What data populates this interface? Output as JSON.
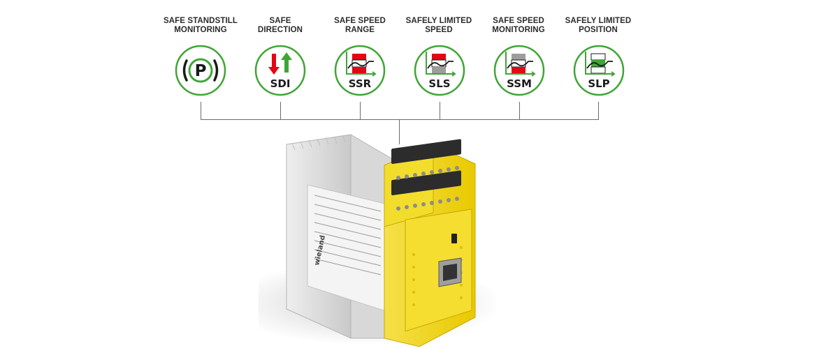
{
  "functions": [
    {
      "label": "SAFE STANDSTILL\nMONITORING",
      "icon": "parking-p-icon",
      "abbr": ""
    },
    {
      "label": "SAFE\nDIRECTION",
      "icon": "direction-arrows-icon",
      "abbr": "SDI"
    },
    {
      "label": "SAFE SPEED\nRANGE",
      "icon": "speed-range-icon",
      "abbr": "SSR"
    },
    {
      "label": "SAFELY LIMITED\nSPEED",
      "icon": "limited-speed-icon",
      "abbr": "SLS"
    },
    {
      "label": "SAFE SPEED\nMONITORING",
      "icon": "speed-monitoring-icon",
      "abbr": "SSM"
    },
    {
      "label": "SAFELY LIMITED\nPOSITION",
      "icon": "limited-position-icon",
      "abbr": "SLP"
    }
  ],
  "parking_symbol": "P",
  "device": {
    "brand": "wieland"
  },
  "colors": {
    "ring": "#3fa535",
    "red": "#e30613",
    "green": "#3fa535",
    "gray": "#9d9d9d",
    "yellow": "#f4dc1e"
  }
}
